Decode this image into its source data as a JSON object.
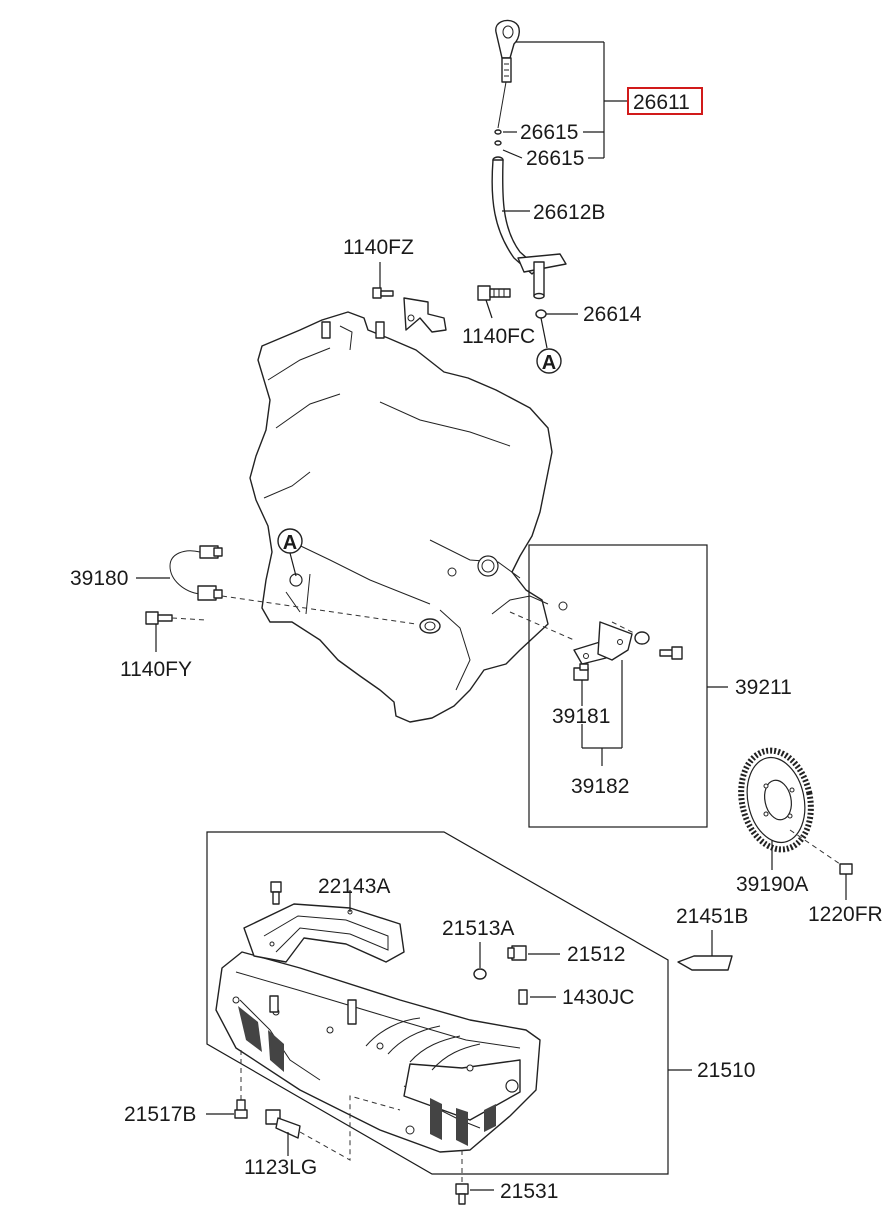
{
  "diagram": {
    "labels": {
      "p26611": "26611",
      "p26615a": "26615",
      "p26615b": "26615",
      "p26612B": "26612B",
      "p1140FZ": "1140FZ",
      "p1140FC": "1140FC",
      "p26614": "26614",
      "refA1": "A",
      "refA2": "A",
      "p39180": "39180",
      "p1140FY": "1140FY",
      "p39211": "39211",
      "p39181": "39181",
      "p39182": "39182",
      "p39190A": "39190A",
      "p1220FR": "1220FR",
      "p22143A": "22143A",
      "p21513A": "21513A",
      "p21512": "21512",
      "p21451B": "21451B",
      "p1430JC": "1430JC",
      "p21510": "21510",
      "p21517B": "21517B",
      "p1123LG": "1123LG",
      "p21531": "21531"
    },
    "highlighted_part": "26611",
    "highlight_color": "#d11a1a"
  }
}
